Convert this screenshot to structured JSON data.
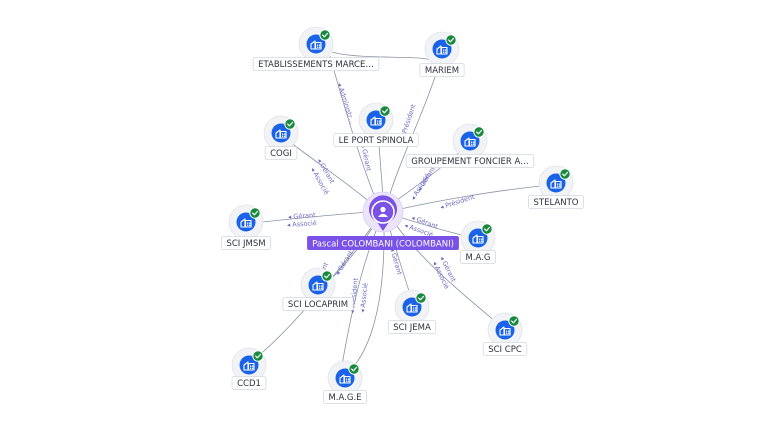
{
  "colors": {
    "company_icon": "#1a63e8",
    "check_badge": "#178a3e",
    "person_marker": "#7b52e8",
    "edge": "#8c93a6",
    "edge_label": "#6e6cc2"
  },
  "person": {
    "label": "Pascal COLOMBANI (COLOMBANI)",
    "icon": "user-icon"
  },
  "companies": [
    {
      "id": "etab",
      "label": "ETABLISSEMENTS MARCE…",
      "icon": "building-icon",
      "verified": true
    },
    {
      "id": "mariem",
      "label": "MARIEM",
      "icon": "building-icon",
      "verified": true
    },
    {
      "id": "port",
      "label": "LE PORT SPINOLA",
      "icon": "building-icon",
      "verified": true
    },
    {
      "id": "cogi",
      "label": "COGI",
      "icon": "building-icon",
      "verified": true
    },
    {
      "id": "gfa",
      "label": "GROUPEMENT FONCIER A…",
      "icon": "building-icon",
      "verified": true
    },
    {
      "id": "stelanto",
      "label": "STELANTO",
      "icon": "building-icon",
      "verified": true
    },
    {
      "id": "jmsm",
      "label": "SCI JMSM",
      "icon": "building-icon",
      "verified": true
    },
    {
      "id": "mag",
      "label": "M.A.G",
      "icon": "building-icon",
      "verified": true
    },
    {
      "id": "locaprim",
      "label": "SCI LOCAPRIM",
      "icon": "building-icon",
      "verified": true
    },
    {
      "id": "jema",
      "label": "SCI JEMA",
      "icon": "building-icon",
      "verified": true
    },
    {
      "id": "cpc",
      "label": "SCI CPC",
      "icon": "building-icon",
      "verified": true
    },
    {
      "id": "ccd1",
      "label": "CCD1",
      "icon": "building-icon",
      "verified": true
    },
    {
      "id": "mage",
      "label": "M.A.G.E",
      "icon": "building-icon",
      "verified": true
    }
  ],
  "edge_labels": {
    "administrateur": "Administr…",
    "gerant": "Gérant",
    "president": "Président",
    "associe": "Associé"
  }
}
